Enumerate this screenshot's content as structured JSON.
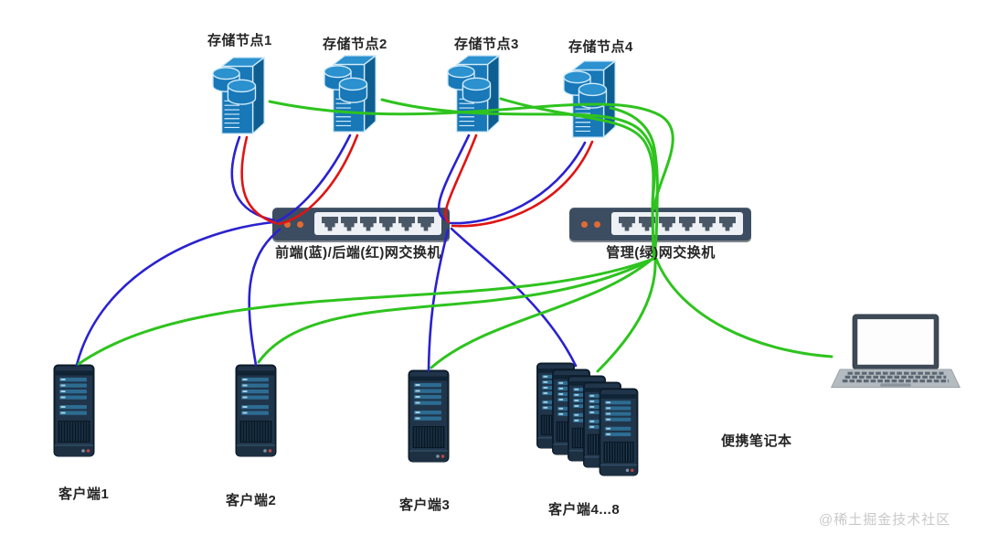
{
  "diagram": {
    "storage_nodes": [
      {
        "label": "存储节点1"
      },
      {
        "label": "存储节点2"
      },
      {
        "label": "存储节点3"
      },
      {
        "label": "存储节点4"
      }
    ],
    "switches": [
      {
        "label": "前端(蓝)/后端(红)网交换机",
        "ports": 6,
        "leds": 2
      },
      {
        "label": "管理(绿)网交换机",
        "ports": 6,
        "leds": 2
      }
    ],
    "clients": [
      {
        "label": "客户端1"
      },
      {
        "label": "客户端2"
      },
      {
        "label": "客户端3"
      },
      {
        "label": "客户端4...8",
        "stack_count": 5
      }
    ],
    "laptop": {
      "label": "便携笔记本"
    },
    "watermark": "@稀土掘金技术社区",
    "networks": {
      "front_blue": "#2a22cf",
      "back_red": "#e01414",
      "mgmt_green": "#2ec31e"
    },
    "device_colors": {
      "storage_blue": "#1878b8",
      "storage_blue_light": "#2b91cf",
      "storage_blue_dark": "#0e5e92",
      "switch_body": "#3d4d61",
      "switch_panel": "#edf1f5",
      "switch_port": "#4a5766",
      "switch_led": "#df6b35",
      "client_body": "#20354a",
      "client_bar": "#2d6c92",
      "laptop_body": "#b4bbc1",
      "laptop_bezel": "#3e4a56"
    },
    "connections": {
      "front_network": [
        "存储节点1",
        "存储节点2",
        "存储节点3",
        "存储节点4",
        "客户端1",
        "客户端2",
        "客户端3",
        "客户端4...8"
      ],
      "back_network": [
        "存储节点1",
        "存储节点2",
        "存储节点3",
        "存储节点4"
      ],
      "management_network": [
        "存储节点1",
        "存储节点2",
        "存储节点3",
        "存储节点4",
        "客户端1",
        "客户端2",
        "客户端3",
        "客户端4...8",
        "便携笔记本"
      ]
    }
  }
}
